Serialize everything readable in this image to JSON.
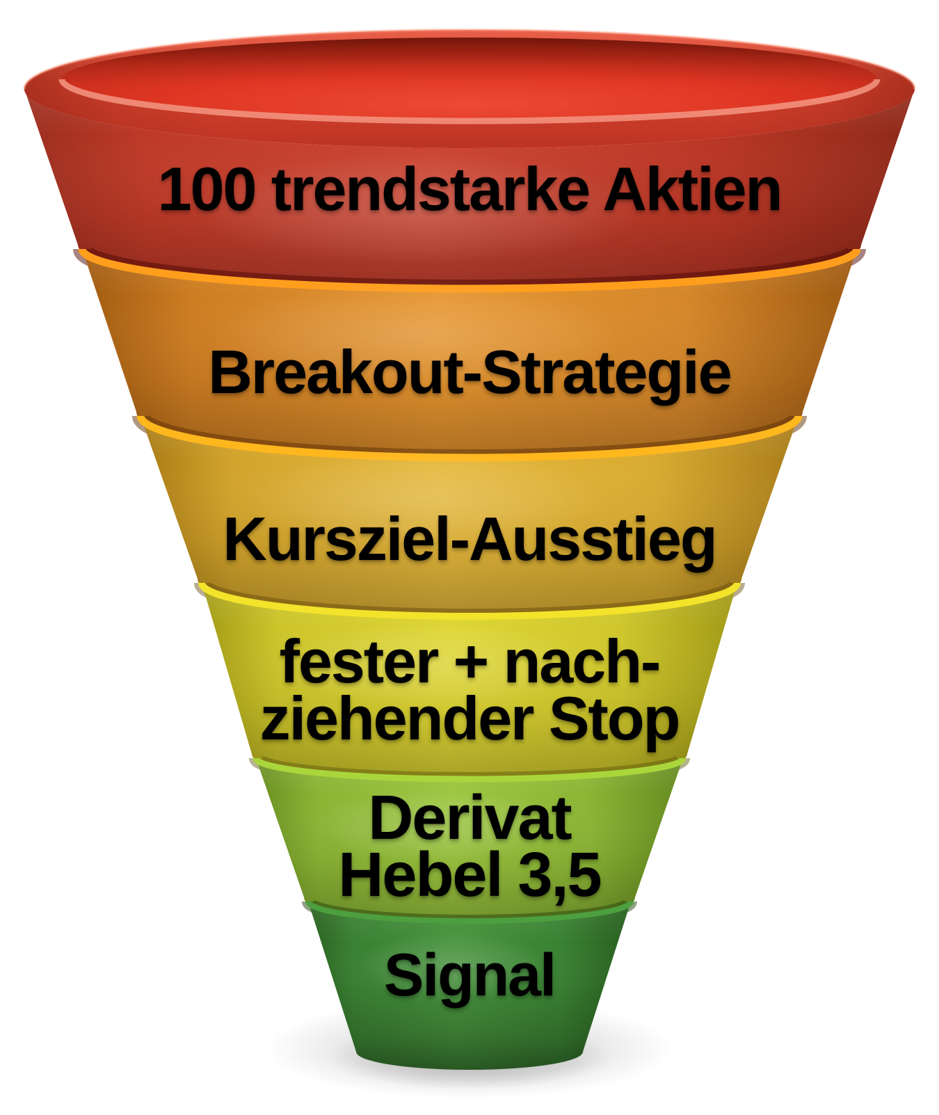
{
  "background_color": "#ffffff",
  "funnel": {
    "type": "funnel-diagram",
    "direction": "top-to-bottom",
    "label_color": "#000000",
    "levels": [
      {
        "id": 1,
        "color_name": "red",
        "color": "#cc4532",
        "lines": [
          "100 trendstarke Aktien"
        ]
      },
      {
        "id": 2,
        "color_name": "orange",
        "color": "#e6952f",
        "lines": [
          "Breakout-Strategie"
        ]
      },
      {
        "id": 3,
        "color_name": "gold",
        "color": "#e5b83c",
        "lines": [
          "Kursziel-Ausstieg"
        ]
      },
      {
        "id": 4,
        "color_name": "yellow",
        "color": "#ded634",
        "lines": [
          "fester + nach-",
          "ziehender Stop"
        ]
      },
      {
        "id": 5,
        "color_name": "light-green",
        "color": "#9bc53e",
        "lines": [
          "Derivat",
          "Hebel 3,5"
        ]
      },
      {
        "id": 6,
        "color_name": "green",
        "color": "#46923c",
        "lines": [
          "Signal"
        ]
      }
    ]
  }
}
